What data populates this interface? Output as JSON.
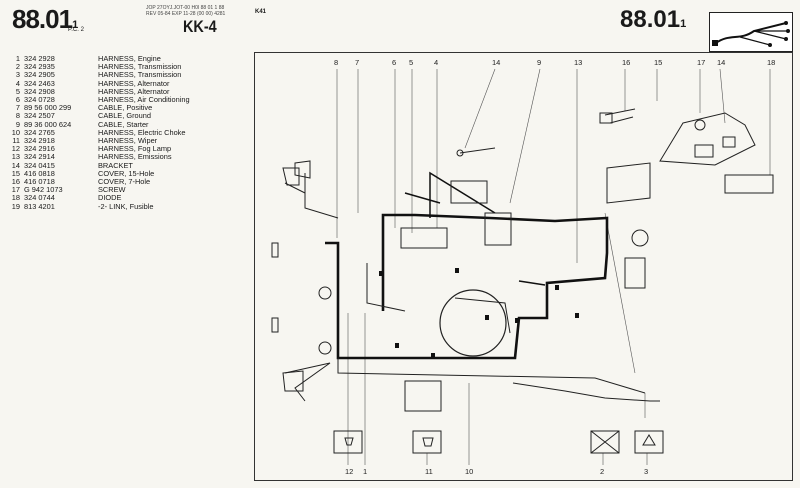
{
  "header": {
    "page_number": "88.01",
    "page_suffix": "1",
    "pc_label": "P.C. 2",
    "tiny_line_1": "JOP 27OYJ.JOT-00 H0I 88 01 1 88",
    "tiny_line_2": "REV 05-84 EXP 11-28 (00 00) 4281",
    "tiny_code": "K41",
    "model": "KK-4",
    "right_page_number": "88.01",
    "right_page_suffix": "1"
  },
  "parts": [
    {
      "no": "1",
      "pn": "324 2928",
      "desc": "HARNESS, Engine"
    },
    {
      "no": "2",
      "pn": "324 2935",
      "desc": "HARNESS, Transmission"
    },
    {
      "no": "3",
      "pn": "324 2905",
      "desc": "HARNESS, Transmission"
    },
    {
      "no": "4",
      "pn": "324 2463",
      "desc": "HARNESS, Alternator"
    },
    {
      "no": "5",
      "pn": "324 2908",
      "desc": "HARNESS, Alternator"
    },
    {
      "no": "6",
      "pn": "324 0728",
      "desc": "HARNESS, Air Conditioning"
    },
    {
      "no": "7",
      "pn": "89 56 000 299",
      "desc": "CABLE, Positive"
    },
    {
      "no": "8",
      "pn": "324 2507",
      "desc": "CABLE, Ground"
    },
    {
      "no": "9",
      "pn": "89 36 000 624",
      "desc": "CABLE, Starter"
    },
    {
      "no": "10",
      "pn": "324 2765",
      "desc": "HARNESS, Electric Choke"
    },
    {
      "no": "11",
      "pn": "324 2918",
      "desc": "HARNESS, Wiper"
    },
    {
      "no": "12",
      "pn": "324 2916",
      "desc": "HARNESS, Fog Lamp"
    },
    {
      "no": "13",
      "pn": "324 2914",
      "desc": "HARNESS, Emissions"
    },
    {
      "no": "14",
      "pn": "324 0415",
      "desc": "BRACKET"
    },
    {
      "no": "15",
      "pn": "416 0818",
      "desc": "COVER, 15-Hole"
    },
    {
      "no": "16",
      "pn": "416 0718",
      "desc": "COVER, 7-Hole"
    },
    {
      "no": "17",
      "pn": "G 942 1073",
      "desc": "SCREW"
    },
    {
      "no": "18",
      "pn": "324 0744",
      "desc": "DIODE"
    },
    {
      "no": "19",
      "pn": "813 4201",
      "desc": "-2- LINK, Fusible"
    }
  ],
  "callouts_top": [
    "8",
    "7",
    "6",
    "5",
    "4",
    "14",
    "9",
    "13",
    "16",
    "15",
    "17",
    "14",
    "18"
  ],
  "callouts_bottom": [
    "12",
    "1",
    "10",
    "11",
    "2",
    "3"
  ]
}
